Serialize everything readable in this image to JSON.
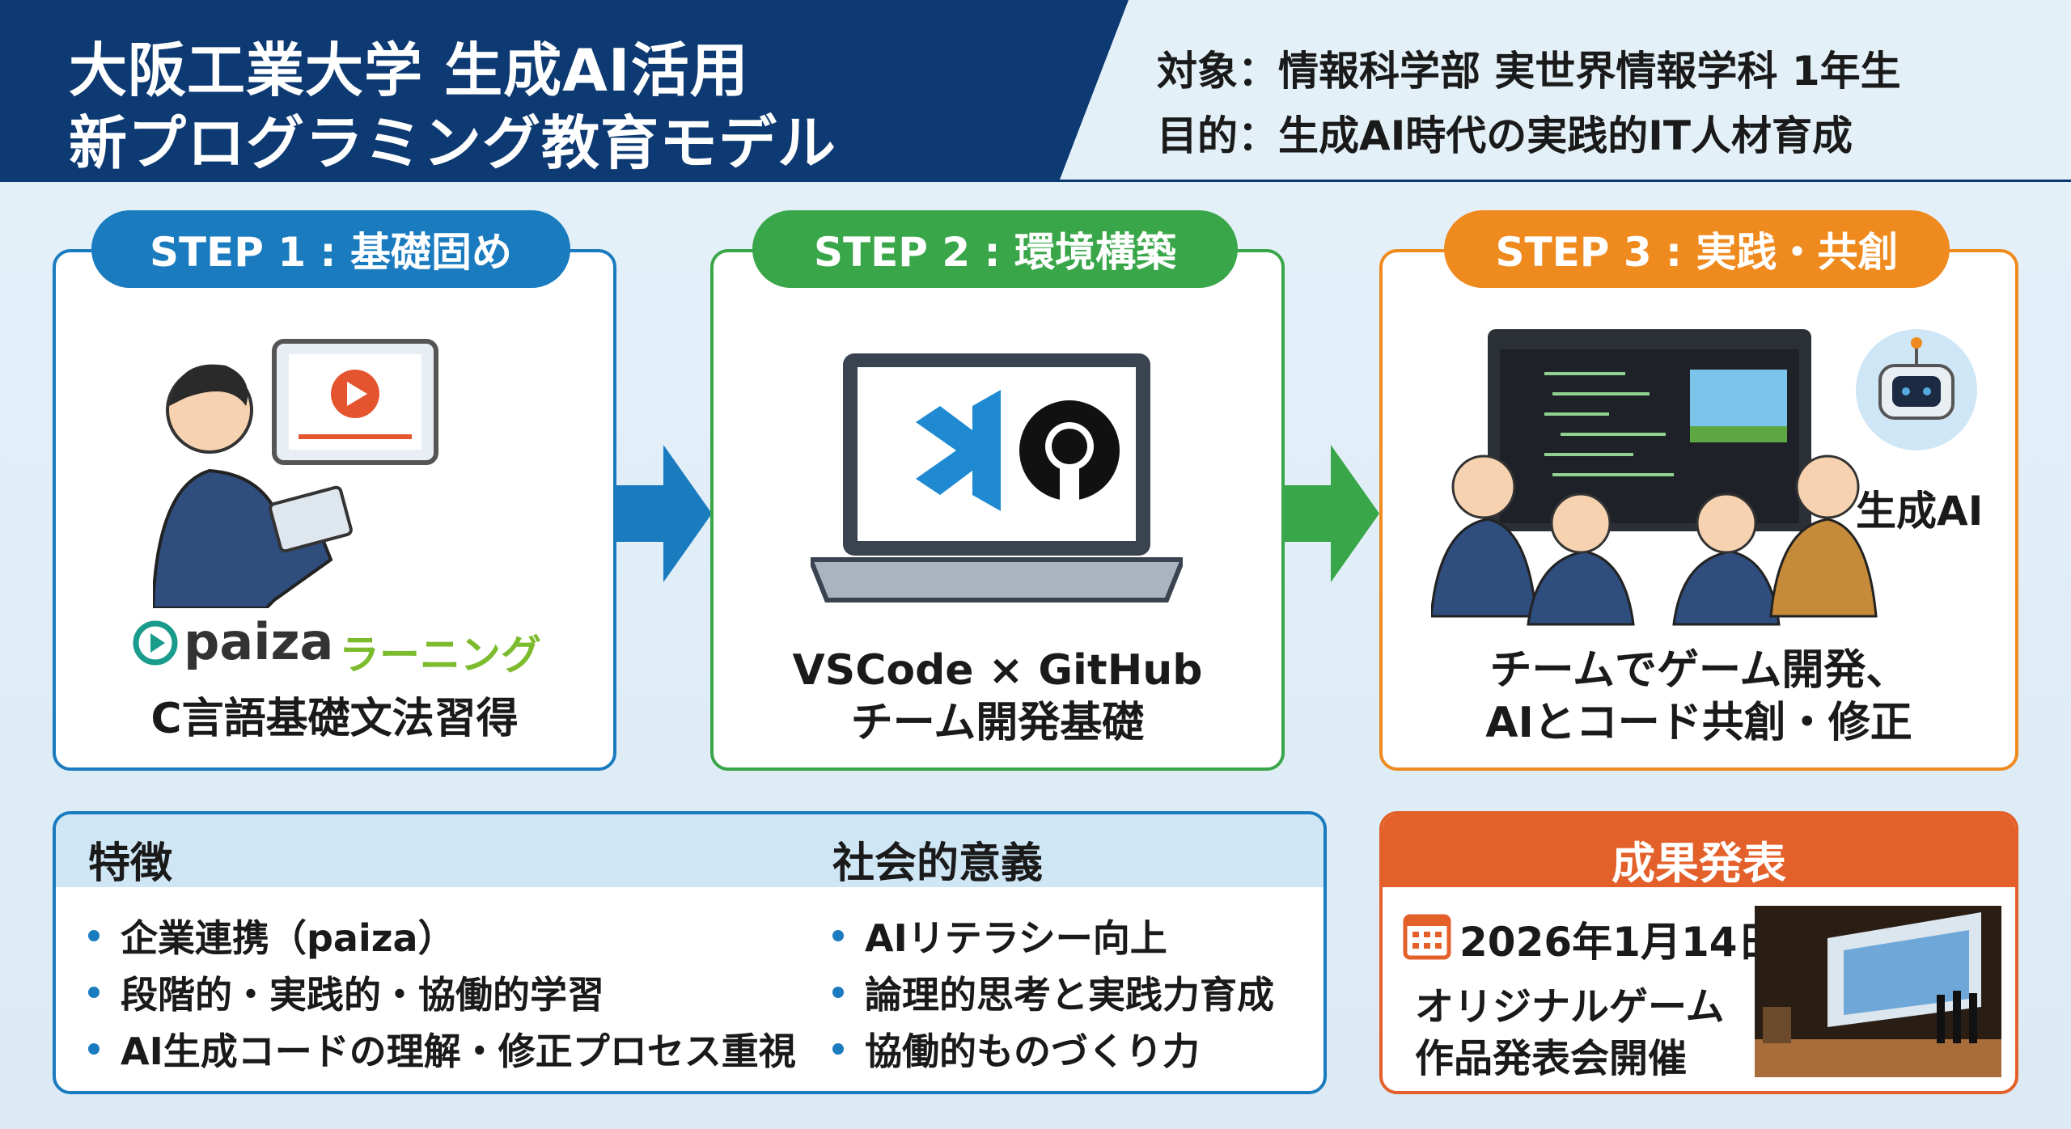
{
  "header": {
    "title_line1": "大阪工業大学 生成AI活用",
    "title_line2": "新プログラミング教育モデル",
    "target": "対象：情報科学部 実世界情報学科 1年生",
    "purpose": "目的：生成AI時代の実践的IT人材育成"
  },
  "colors": {
    "navy": "#0d3a72",
    "step1": "#1a7bbf",
    "step2": "#3aa64a",
    "step3": "#ef8a1e",
    "results": "#e4602a"
  },
  "steps": [
    {
      "label": "STEP 1 : 基礎固め",
      "logo_text": "paiza",
      "logo_sub": "ラーニング",
      "lines": [
        "C言語基礎文法習得"
      ]
    },
    {
      "label": "STEP 2 : 環境構築",
      "lines": [
        "VSCode × GitHub",
        "チーム開発基礎"
      ]
    },
    {
      "label": "STEP 3 : 実践・共創",
      "ai_label": "生成AI",
      "lines": [
        "チームでゲーム開発、",
        "AIとコード共創・修正"
      ]
    }
  ],
  "features": {
    "title": "特徴",
    "items": [
      "企業連携（paiza）",
      "段階的・実践的・協働的学習",
      "AI生成コードの理解・修正プロセス重視"
    ]
  },
  "significance": {
    "title": "社会的意義",
    "items": [
      "AIリテラシー向上",
      "論理的思考と実践力育成",
      "協働的ものづくり力"
    ]
  },
  "results": {
    "title": "成果発表",
    "date": "2026年1月14日",
    "line1": "オリジナルゲーム",
    "line2": "作品発表会開催"
  }
}
